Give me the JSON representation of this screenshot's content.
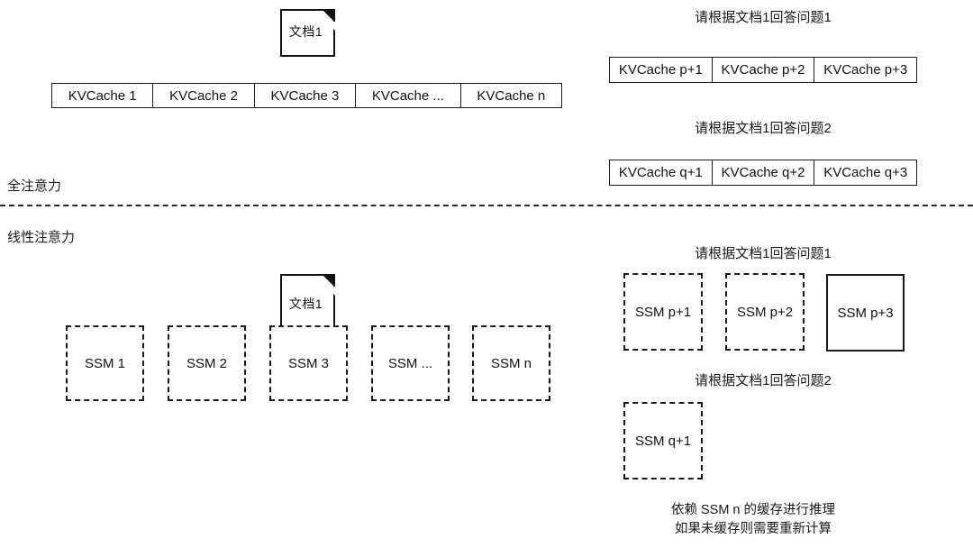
{
  "diagram": {
    "title": "Full attention KV cache vs linear attention SSM state reuse",
    "sections": {
      "full_attention_label": "全注意力",
      "linear_attention_label": "线性注意力"
    },
    "colors": {
      "ink": "#1a1a1a",
      "box_border": "#111111",
      "background": "#ffffff",
      "divider": "#2b2b2b"
    },
    "full_attention": {
      "document": {
        "label": "文档1",
        "icon": "document-page-icon"
      },
      "cache_strip": {
        "cells": [
          "KVCache 1",
          "KVCache 2",
          "KVCache 3",
          "KVCache ...",
          "KVCache n"
        ]
      },
      "queries": [
        {
          "prompt": "请根据文档1回答问题1",
          "cells": [
            "KVCache p+1",
            "KVCache p+2",
            "KVCache p+3"
          ]
        },
        {
          "prompt": "请根据文档1回答问题2",
          "cells": [
            "KVCache q+1",
            "KVCache q+2",
            "KVCache q+3"
          ]
        }
      ]
    },
    "linear_attention": {
      "document": {
        "label": "文档1",
        "icon": "document-page-icon"
      },
      "ssm_strip": {
        "cells": [
          {
            "label": "SSM 1",
            "border": "dashed"
          },
          {
            "label": "SSM 2",
            "border": "dashed"
          },
          {
            "label": "SSM 3",
            "border": "dashed"
          },
          {
            "label": "SSM ...",
            "border": "dashed"
          },
          {
            "label": "SSM n",
            "border": "dashed"
          }
        ]
      },
      "queries": [
        {
          "prompt": "请根据文档1回答问题1",
          "cells": [
            {
              "label": "SSM p+1",
              "border": "dashed"
            },
            {
              "label": "SSM p+2",
              "border": "dashed"
            },
            {
              "label": "SSM p+3",
              "border": "solid"
            }
          ]
        },
        {
          "prompt": "请根据文档1回答问题2",
          "cells": [
            {
              "label": "SSM q+1",
              "border": "dashed"
            }
          ]
        }
      ],
      "footnote_line1": "依赖 SSM n 的缓存进行推理",
      "footnote_line2": "如果未缓存则需要重新计算"
    }
  }
}
